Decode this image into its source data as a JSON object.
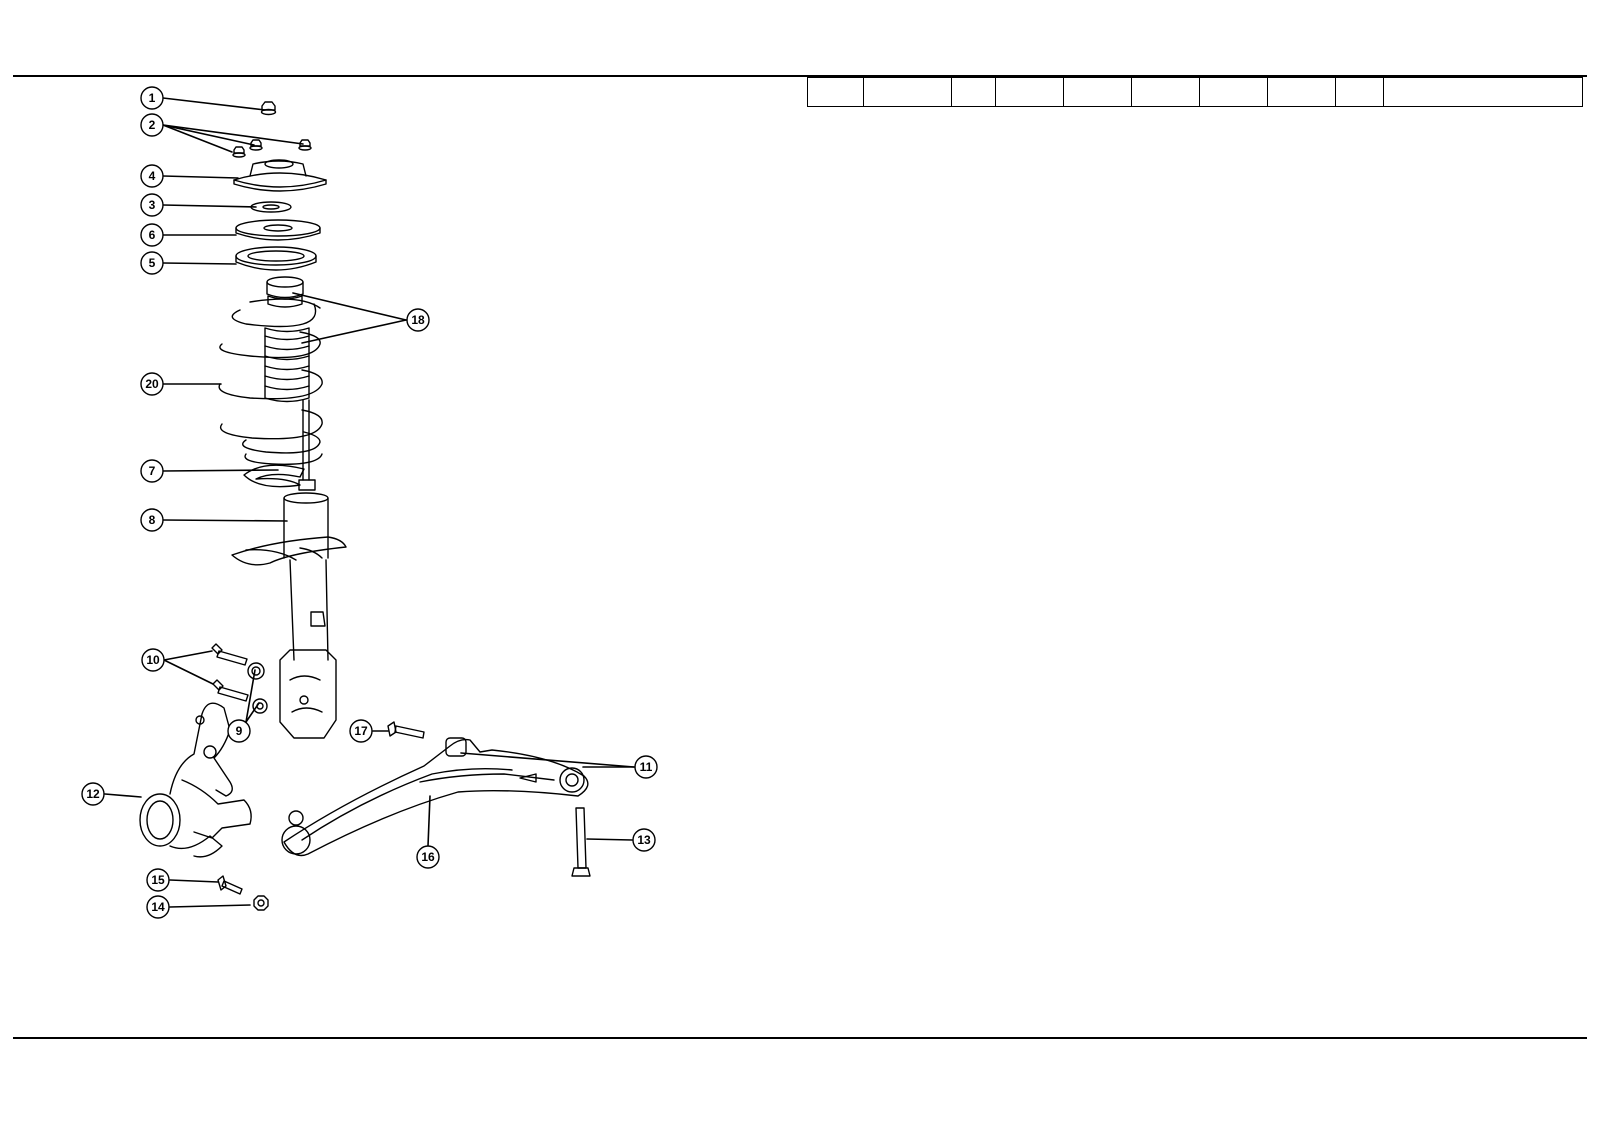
{
  "header_cells": [
    "",
    "",
    "",
    "",
    "",
    "",
    "",
    "",
    "",
    ""
  ],
  "callouts": [
    "1",
    "2",
    "4",
    "3",
    "6",
    "5",
    "18",
    "20",
    "7",
    "8",
    "10",
    "9",
    "17",
    "11",
    "12",
    "16",
    "13",
    "15",
    "14"
  ]
}
